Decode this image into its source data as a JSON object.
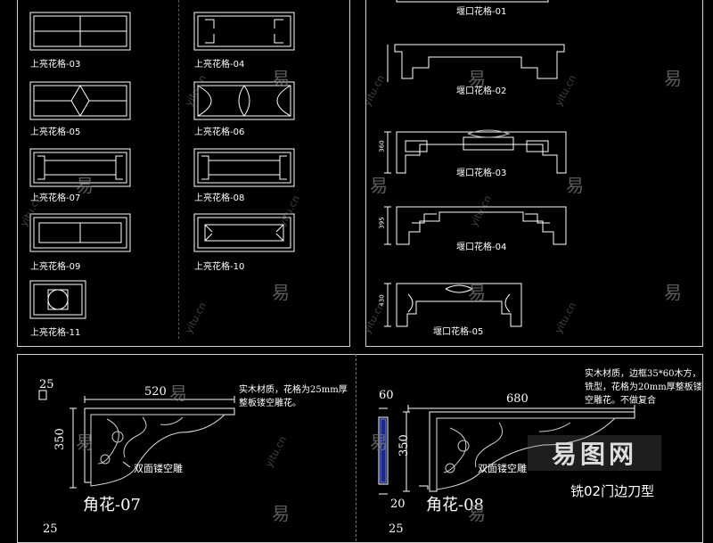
{
  "top_left": {
    "labels": [
      "上亮花格-03",
      "上亮花格-04",
      "上亮花格-05",
      "上亮花格-06",
      "上亮花格-07",
      "上亮花格-08",
      "上亮花格-09",
      "上亮花格-10",
      "上亮花格-11"
    ]
  },
  "top_right": {
    "labels": [
      "堰口花格-01",
      "堰口花格-02",
      "堰口花格-03",
      "堰口花格-04",
      "堰口花格-05"
    ],
    "dims": [
      "360",
      "395",
      "430"
    ]
  },
  "bottom_left": {
    "title": "角花-07",
    "dim_top": "520",
    "dim_left_a": "25",
    "dim_left_b": "350",
    "dim_bottom": "25",
    "note": "实木材质，花格为25mm厚整板镂空雕花。",
    "callout": "双面镂空雕"
  },
  "bottom_right": {
    "title": "角花-08",
    "dim_top": "680",
    "dim_left_a": "60",
    "dim_left_b": "350",
    "dim_left_c": "20",
    "dim_bottom": "25",
    "note": "实木材质，边框35*60木方，铣型，花格为20mm厚整板镂空雕花。不做复合",
    "callout": "双面镂空雕"
  },
  "watermark": {
    "char": "易",
    "site": "yitu.cn",
    "logo": "易图网",
    "logo_caption": "铣02门边刀型"
  }
}
